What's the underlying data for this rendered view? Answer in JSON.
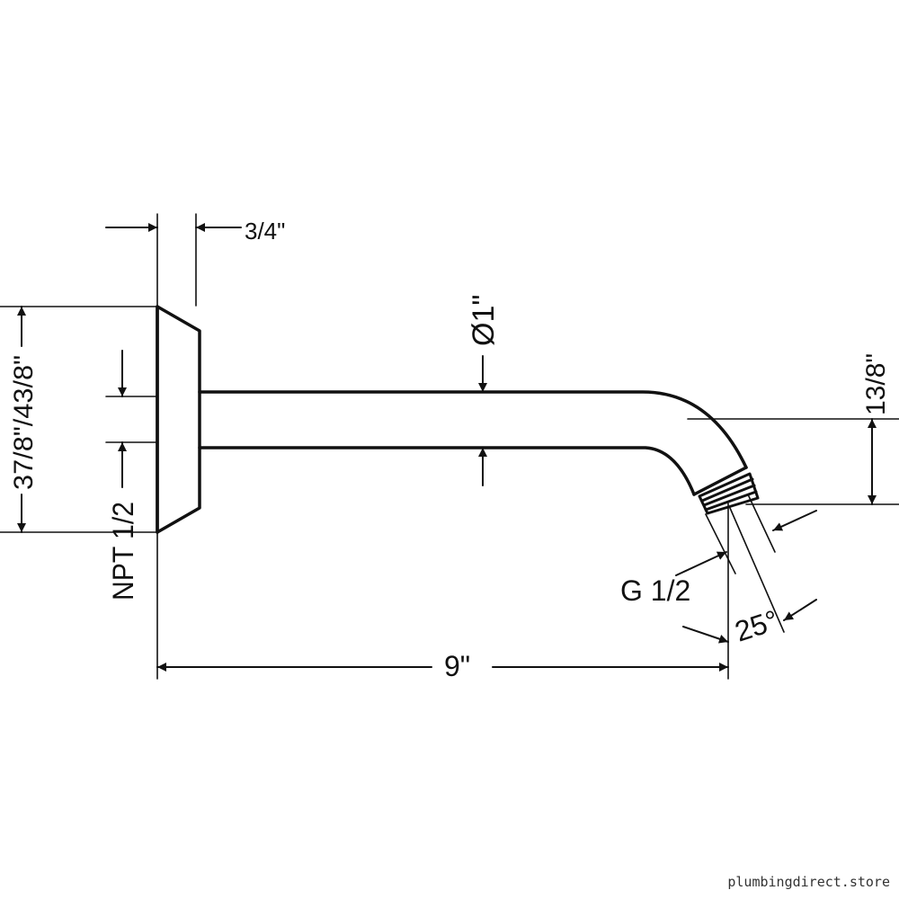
{
  "dimensions": {
    "flange_depth": "3/4\"",
    "pipe_diameter": "Ø1\"",
    "flange_height": "37/8\"/43/8\"",
    "inlet_thread": "NPT 1/2",
    "outlet_drop": "13/8\"",
    "outlet_thread": "G 1/2",
    "angle": "25°",
    "length": "9\""
  },
  "watermark": "plumbingdirect.store",
  "colors": {
    "line": "#111111",
    "background": "#ffffff"
  }
}
